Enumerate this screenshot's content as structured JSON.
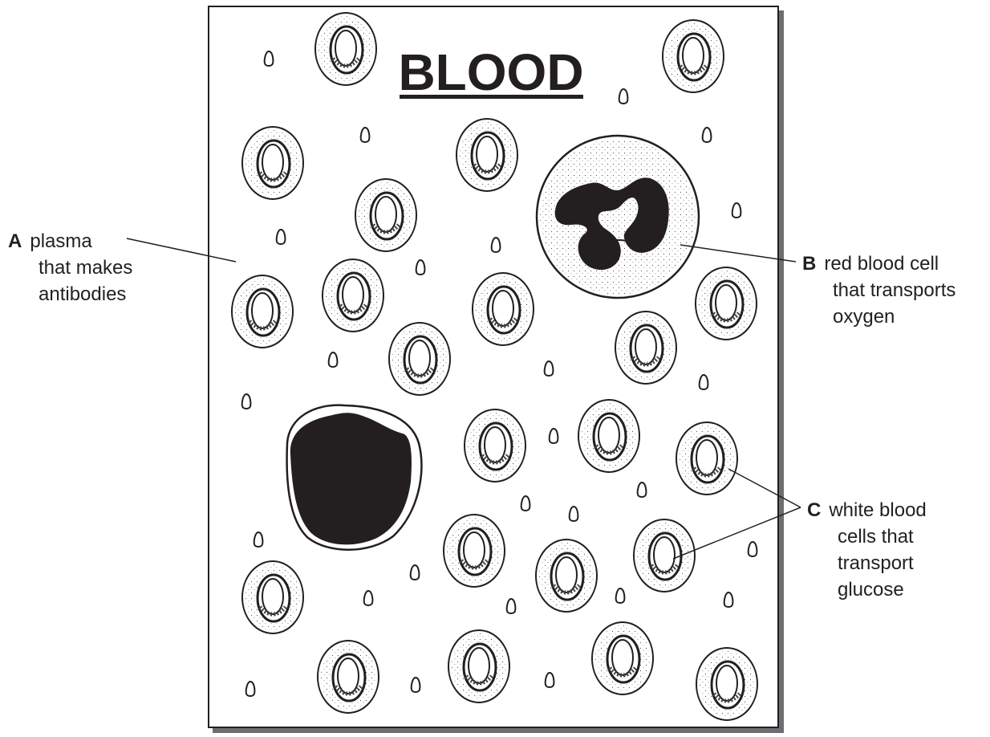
{
  "title": "BLOOD",
  "labels": {
    "a": {
      "letter": "A",
      "line1": "plasma",
      "line2": "that makes",
      "line3": "antibodies"
    },
    "b": {
      "letter": "B",
      "line1": "red blood cell",
      "line2": "that transports",
      "line3": "oxygen"
    },
    "c": {
      "letter": "C",
      "line1": "white blood",
      "line2": "cells that",
      "line3": "transport",
      "line4": "glucose"
    }
  },
  "colors": {
    "ink": "#231f20",
    "paper": "#ffffff",
    "shadow": "#6d6e71"
  }
}
